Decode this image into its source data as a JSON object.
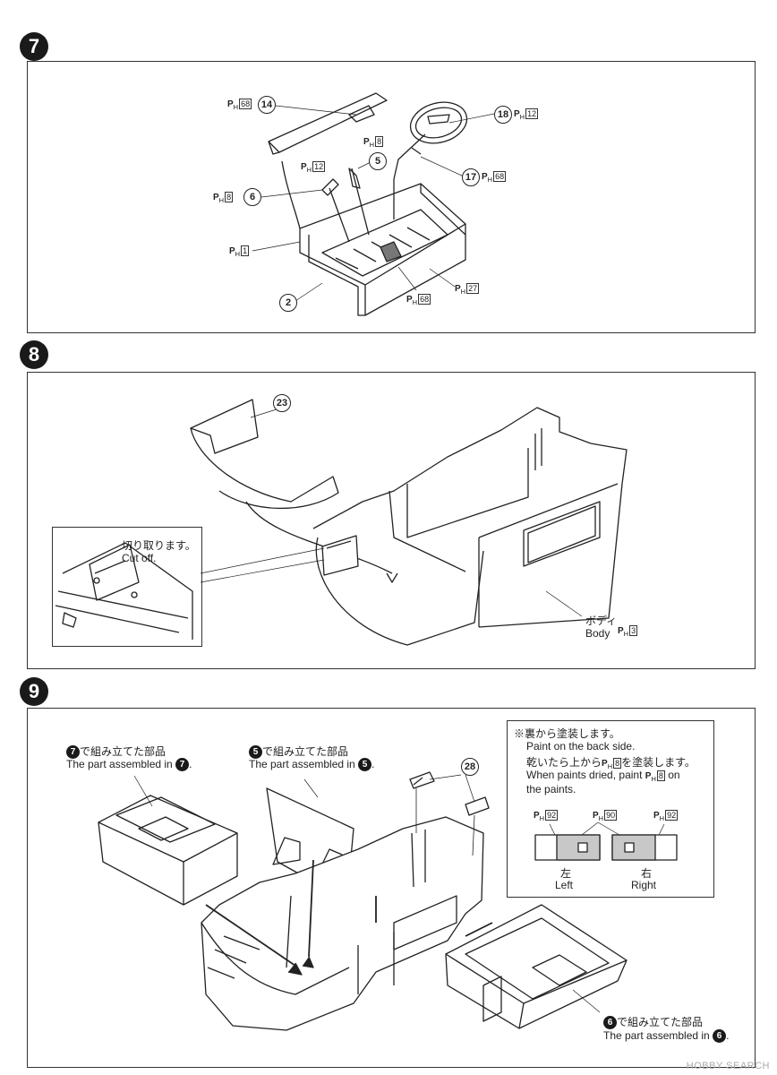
{
  "steps": {
    "s7": {
      "number": "7",
      "callouts": {
        "p14": {
          "num": "14",
          "paint_prefix": "P",
          "paint_sub": "H",
          "paint_code": "68"
        },
        "p18": {
          "num": "18",
          "paint_prefix": "P",
          "paint_sub": "H",
          "paint_code": "12"
        },
        "p5": {
          "num": "5",
          "paint_prefix": "P",
          "paint_sub": "H",
          "paint_code": "8"
        },
        "p5b": {
          "paint_prefix": "P",
          "paint_sub": "H",
          "paint_code": "12"
        },
        "p6": {
          "num": "6",
          "paint_prefix": "P",
          "paint_sub": "H",
          "paint_code": "8"
        },
        "p17": {
          "num": "17",
          "paint_prefix": "P",
          "paint_sub": "H",
          "paint_code": "68"
        },
        "p1": {
          "paint_prefix": "P",
          "paint_sub": "H",
          "paint_code": "1"
        },
        "p2": {
          "num": "2"
        },
        "p27": {
          "paint_prefix": "P",
          "paint_sub": "H",
          "paint_code": "27"
        },
        "p68b": {
          "paint_prefix": "P",
          "paint_sub": "H",
          "paint_code": "68"
        }
      }
    },
    "s8": {
      "number": "8",
      "part23": "23",
      "cut_jp": "切り取ります。",
      "cut_en": "Cut off.",
      "body_jp": "ボディ",
      "body_en": "Body",
      "body_paint": {
        "paint_prefix": "P",
        "paint_sub": "H",
        "paint_code": "3"
      }
    },
    "s9": {
      "number": "9",
      "part28": "28",
      "left_jp_suffix": "で組み立てた部品",
      "left_badge": "7",
      "left_en": "The part assembled in",
      "mid_badge": "5",
      "mid_jp_suffix": "で組み立てた部品",
      "mid_en": "The part assembled in",
      "right_badge": "6",
      "right_jp_suffix": "で組み立てた部品",
      "right_en": "The part assembled in",
      "note": {
        "line1_jp": "※裏から塗装します。",
        "line2_en": "Paint on the back side.",
        "line3_jp_a": "乾いたら上から",
        "line3_jp_b": "を塗装します。",
        "line4_en_a": "When paints dried, paint",
        "line4_en_b": "on",
        "line5_en": "the paints.",
        "paint8": {
          "paint_prefix": "P",
          "paint_sub": "H",
          "paint_code": "8"
        },
        "paint92a": {
          "paint_prefix": "P",
          "paint_sub": "H",
          "paint_code": "92"
        },
        "paint90": {
          "paint_prefix": "P",
          "paint_sub": "H",
          "paint_code": "90"
        },
        "paint92b": {
          "paint_prefix": "P",
          "paint_sub": "H",
          "paint_code": "92"
        },
        "left_jp": "左",
        "left_en": "Left",
        "right_jp": "右",
        "right_en": "Right"
      }
    }
  },
  "watermark": "HOBBY SEARCH"
}
